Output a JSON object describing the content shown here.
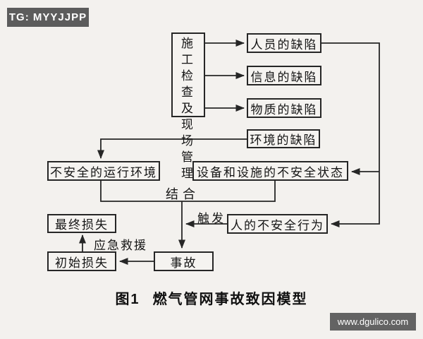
{
  "badges": {
    "tg": "TG: MYYJJPP",
    "site": "www.dgulico.com"
  },
  "diagram": {
    "type": "flowchart",
    "nodes": {
      "construction": "施工检查及现场管理",
      "personnel": "人员的缺陷",
      "information": "信息的缺陷",
      "material": "物质的缺陷",
      "environment": "环境的缺陷",
      "unsafe_env": "不安全的运行环境",
      "equipment": "设备和设施的不安全状态",
      "human_behavior": "人的不安全行为",
      "final_loss": "最终损失",
      "initial_loss": "初始损失",
      "accident": "事故"
    },
    "edge_labels": {
      "combine": "结合",
      "trigger": "触发",
      "rescue": "应急救援"
    },
    "edges": [
      "construction -> personnel",
      "construction -> information",
      "construction -> material",
      "personnel -> equipment",
      "personnel -> human_behavior",
      "environment -> unsafe_env",
      "unsafe_env + equipment -(结合)-> accident",
      "human_behavior -(触发)-> accident",
      "accident -> initial_loss",
      "initial_loss -(应急救援)-> final_loss"
    ]
  },
  "caption": {
    "figure_no": "图1",
    "title": "燃气管网事故致因模型"
  },
  "colors": {
    "background": "#f3f1ee",
    "line": "#262626",
    "badge_bg": "#5c5c5c",
    "badge_text": "#ffffff"
  }
}
